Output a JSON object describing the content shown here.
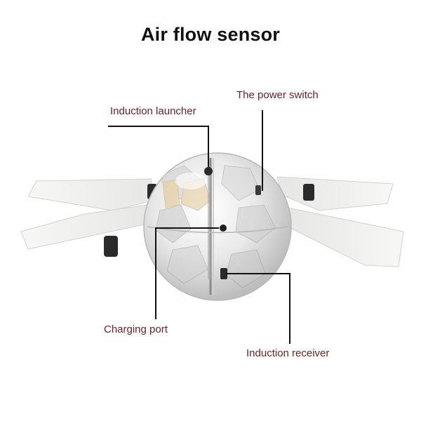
{
  "title": "Air flow sensor",
  "callouts": {
    "induction_launcher": "Induction launcher",
    "power_switch": "The power switch",
    "charging_port": "Charging port",
    "induction_receiver": "Induction receiver"
  },
  "colors": {
    "title": "#111111",
    "label_text": "#6b1f22",
    "leader_line": "#111111",
    "wing_fill": "#f1f1ef",
    "ball_fill": "#e8e8e8"
  }
}
